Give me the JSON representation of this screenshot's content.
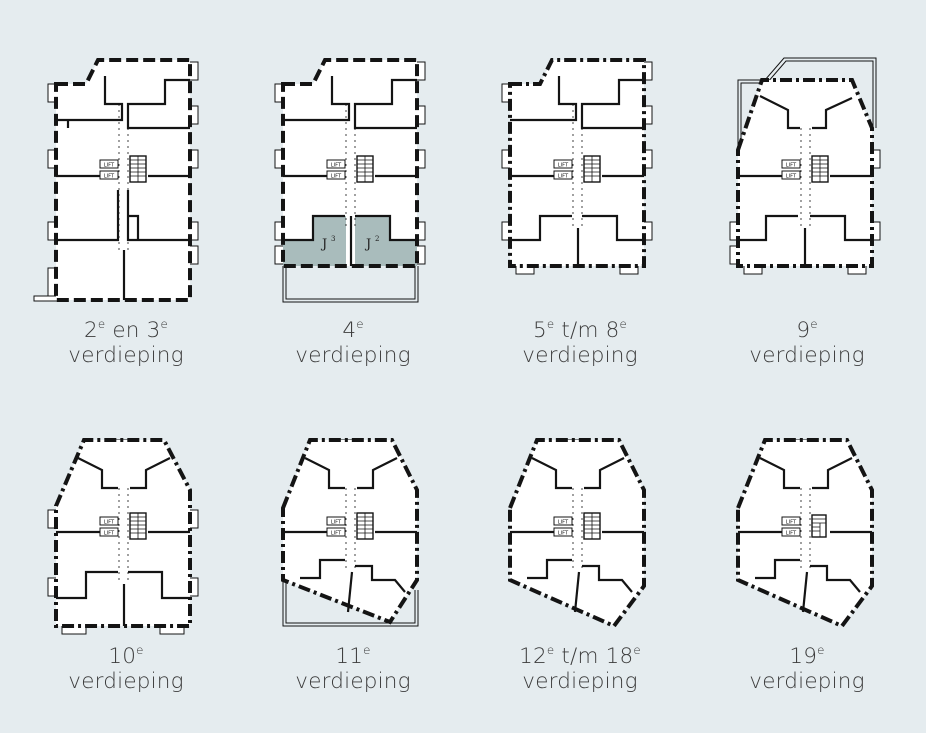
{
  "colors": {
    "background": "#e5ecef",
    "wall": "#141414",
    "floor": "#ffffff",
    "highlight_units": "#a9bcbc",
    "label_text": "#3c3c3c"
  },
  "symbols": {
    "lift": "LIFT"
  },
  "floors": [
    {
      "id": "floor-2-3",
      "number": "2",
      "sup": "e",
      "join": " en ",
      "number2": "3",
      "sup2": "e",
      "line2": "verdieping"
    },
    {
      "id": "floor-4",
      "number": "4",
      "sup": "e",
      "join": "",
      "number2": "",
      "sup2": "",
      "line2": "verdieping",
      "units": [
        {
          "name": "J",
          "sup": "3"
        },
        {
          "name": "J",
          "sup": "2"
        }
      ]
    },
    {
      "id": "floor-5-8",
      "number": "5",
      "sup": "e",
      "join": " t/m ",
      "number2": "8",
      "sup2": "e",
      "line2": "verdieping"
    },
    {
      "id": "floor-9",
      "number": "9",
      "sup": "e",
      "join": "",
      "number2": "",
      "sup2": "",
      "line2": "verdieping"
    },
    {
      "id": "floor-10",
      "number": "10",
      "sup": "e",
      "join": "",
      "number2": "",
      "sup2": "",
      "line2": "verdieping"
    },
    {
      "id": "floor-11",
      "number": "11",
      "sup": "e",
      "join": "",
      "number2": "",
      "sup2": "",
      "line2": "verdieping"
    },
    {
      "id": "floor-12-18",
      "number": "12",
      "sup": "e",
      "join": " t/m ",
      "number2": "18",
      "sup2": "e",
      "line2": "verdieping"
    },
    {
      "id": "floor-19",
      "number": "19",
      "sup": "e",
      "join": "",
      "number2": "",
      "sup2": "",
      "line2": "verdieping"
    }
  ]
}
